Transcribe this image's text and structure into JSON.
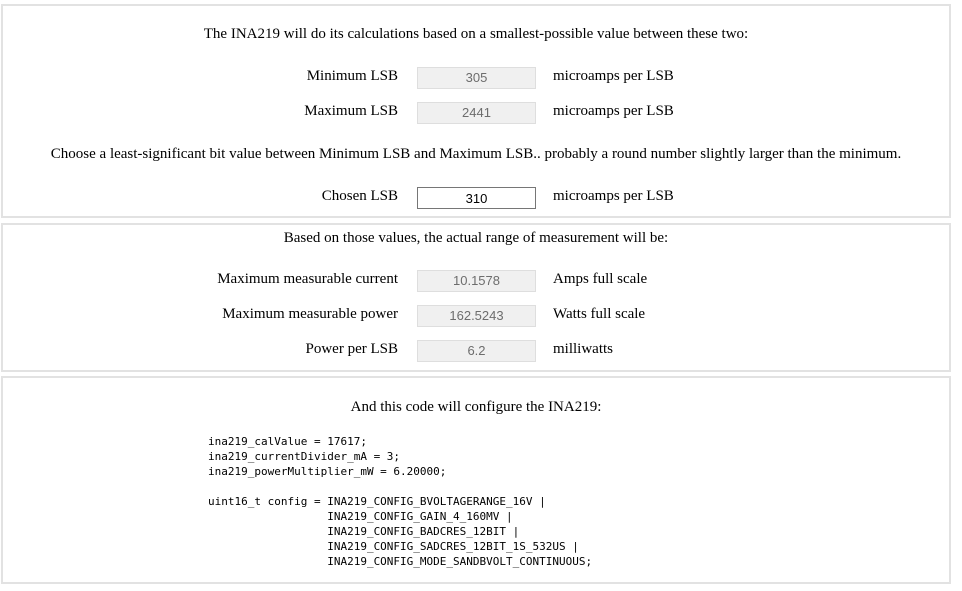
{
  "limits": {
    "intro": "The INA219 will do its calculations based on a smallest-possible value between these two:",
    "min_label": "Minimum LSB",
    "min_value": "305",
    "min_unit": "microamps per LSB",
    "max_label": "Maximum LSB",
    "max_value": "2441",
    "max_unit": "microamps per LSB",
    "instruction": "Choose a least-significant bit value between Minimum LSB and Maximum LSB.. probably a round number slightly larger than the minimum.",
    "chosen_label": "Chosen LSB",
    "chosen_value": "310",
    "chosen_unit": "microamps per LSB"
  },
  "range": {
    "intro": "Based on those values, the actual range of measurement will be:",
    "current_label": "Maximum measurable current",
    "current_value": "10.1578",
    "current_unit": "Amps full scale",
    "power_label": "Maximum measurable power",
    "power_value": "162.5243",
    "power_unit": "Watts full scale",
    "lsb_power_label": "Power per LSB",
    "lsb_power_value": "6.2",
    "lsb_power_unit": "milliwatts"
  },
  "code": {
    "intro": "And this code will configure the INA219:",
    "snippet": "ina219_calValue = 17617;\nina219_currentDivider_mA = 3;\nina219_powerMultiplier_mW = 6.20000;\n\nuint16_t config = INA219_CONFIG_BVOLTAGERANGE_16V |\n                  INA219_CONFIG_GAIN_4_160MV |\n                  INA219_CONFIG_BADCRES_12BIT |\n                  INA219_CONFIG_SADCRES_12BIT_1S_532US |\n                  INA219_CONFIG_MODE_SANDBVOLT_CONTINUOUS;"
  }
}
